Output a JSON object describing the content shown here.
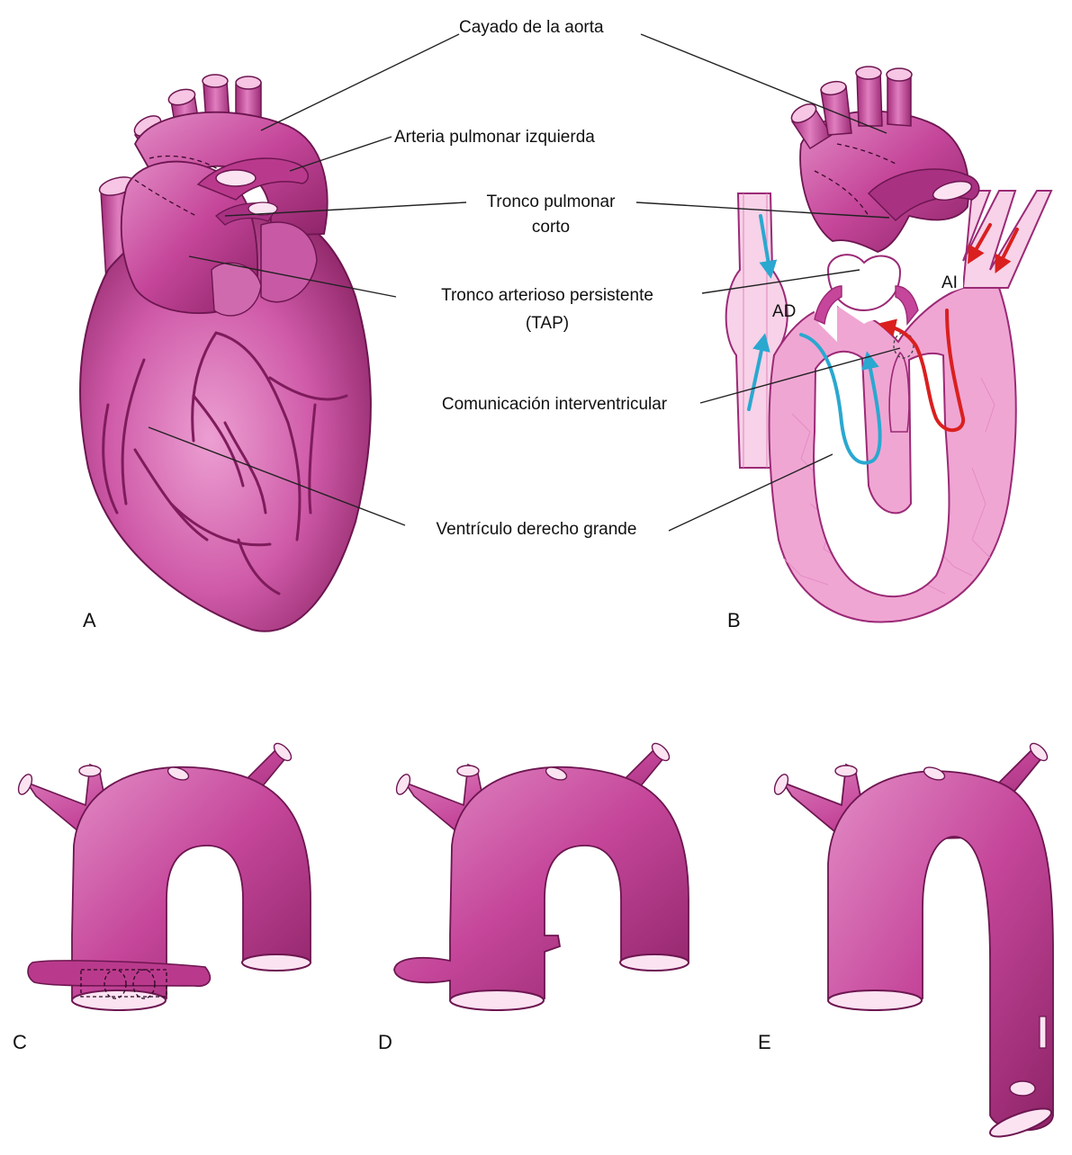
{
  "labels": {
    "aortic_arch": "Cayado de la aorta",
    "left_pulmonary_artery": "Arteria pulmonar izquierda",
    "short_pulmonary_trunk_1": "Tronco pulmonar",
    "short_pulmonary_trunk_2": "corto",
    "tap_1": "Tronco arterioso persistente",
    "tap_2": "(TAP)",
    "vsd": "Comunicación interventricular",
    "large_rv": "Ventrículo derecho grande"
  },
  "chambers": {
    "right_atrium": "AD",
    "left_atrium": "AI"
  },
  "panels": [
    "A",
    "B",
    "C",
    "D",
    "E"
  ],
  "colors": {
    "heart": "#c5469a",
    "heart_light": "#e487c6",
    "heart_dark": "#7e1c5c",
    "tissue": "#f0a6d3",
    "venous_flow": "#2aa8d0",
    "arterial_flow": "#d9201f"
  }
}
